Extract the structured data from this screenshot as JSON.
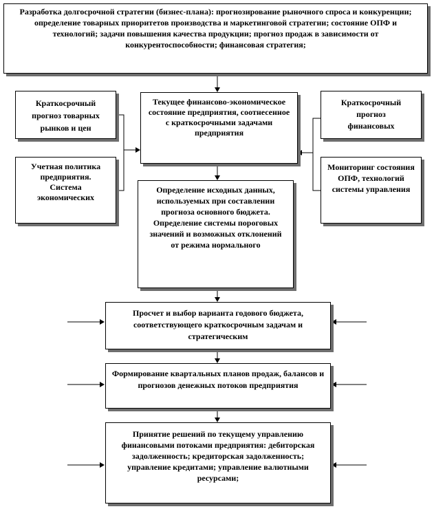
{
  "boxes": {
    "strategy": "Разработка долгосрочной стратегии (бизнес-плана): прогнозирование рыночного спроса и конкуренции; определение товарных приоритетов производства и маркетинговой стратегии; состояние ОПФ и технологий; задачи повышения качества продукции; прогноз продаж в зависимости от конкурентоспособности; финансовая стратегия;",
    "short_market": "Краткосрочный прогноз товарных рынков и цен",
    "accounting": "Учетная политика предприятия. Система экономических",
    "current_state": "Текущее финансово-экономическое состояние предприятия, соотнесенное с краткосрочными задачами предприятия",
    "short_financial": "Краткосрочный прогноз финансовых",
    "monitoring": "Мониторинг состояния ОПФ, технологий системы управления",
    "initial_data": "Определение исходных данных, используемых при составлении прогноза основного бюджета. Определение системы пороговых значений и возможных отклонений от режима нормального",
    "budget": "Просчет и выбор варианта годового бюджета, соответствующего краткосрочным задачам и стратегическим",
    "quarterly": "Формирование квартальных планов продаж, балансов и прогнозов денежных потоков предприятия",
    "decisions": "Принятие решений по текущему управлению финансовыми потоками предприятия: дебиторская задолженность; кредиторская задолженность; управление кредитами; управление валютными ресурсами;"
  }
}
